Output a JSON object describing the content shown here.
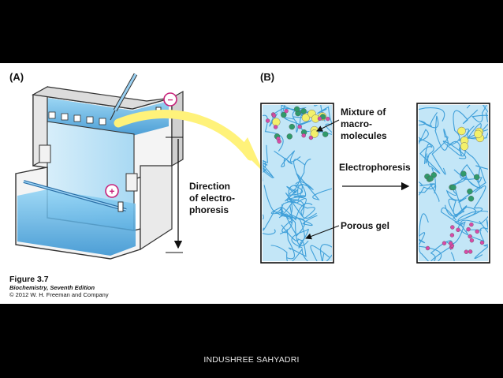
{
  "panels": {
    "a_label": "(A)",
    "b_label": "(B)"
  },
  "annotations": {
    "minus_symbol": "−",
    "plus_symbol": "+",
    "direction": [
      "Direction",
      "of electro-",
      "phoresis"
    ],
    "mixture": [
      "Mixture of",
      "macro-",
      "molecules"
    ],
    "electrophoresis": "Electrophoresis",
    "porous_gel": "Porous gel"
  },
  "caption": {
    "figure": "Figure 3.7",
    "book": "Biochemistry, Seventh Edition",
    "copyright": "© 2012 W. H. Freeman and Company"
  },
  "footer": {
    "text": "INDUSHREE SAHYADRI"
  },
  "colors": {
    "background": "#000000",
    "buffer_blue": "#4fb3e8",
    "gel_blue": "#bfe6f8",
    "strand_blue": "#3f9fd9",
    "arrow_yellow": "#fff27a",
    "molecule_yellow": "#f3f06a",
    "molecule_green": "#2f9a6a",
    "molecule_magenta": "#d84aa8"
  }
}
